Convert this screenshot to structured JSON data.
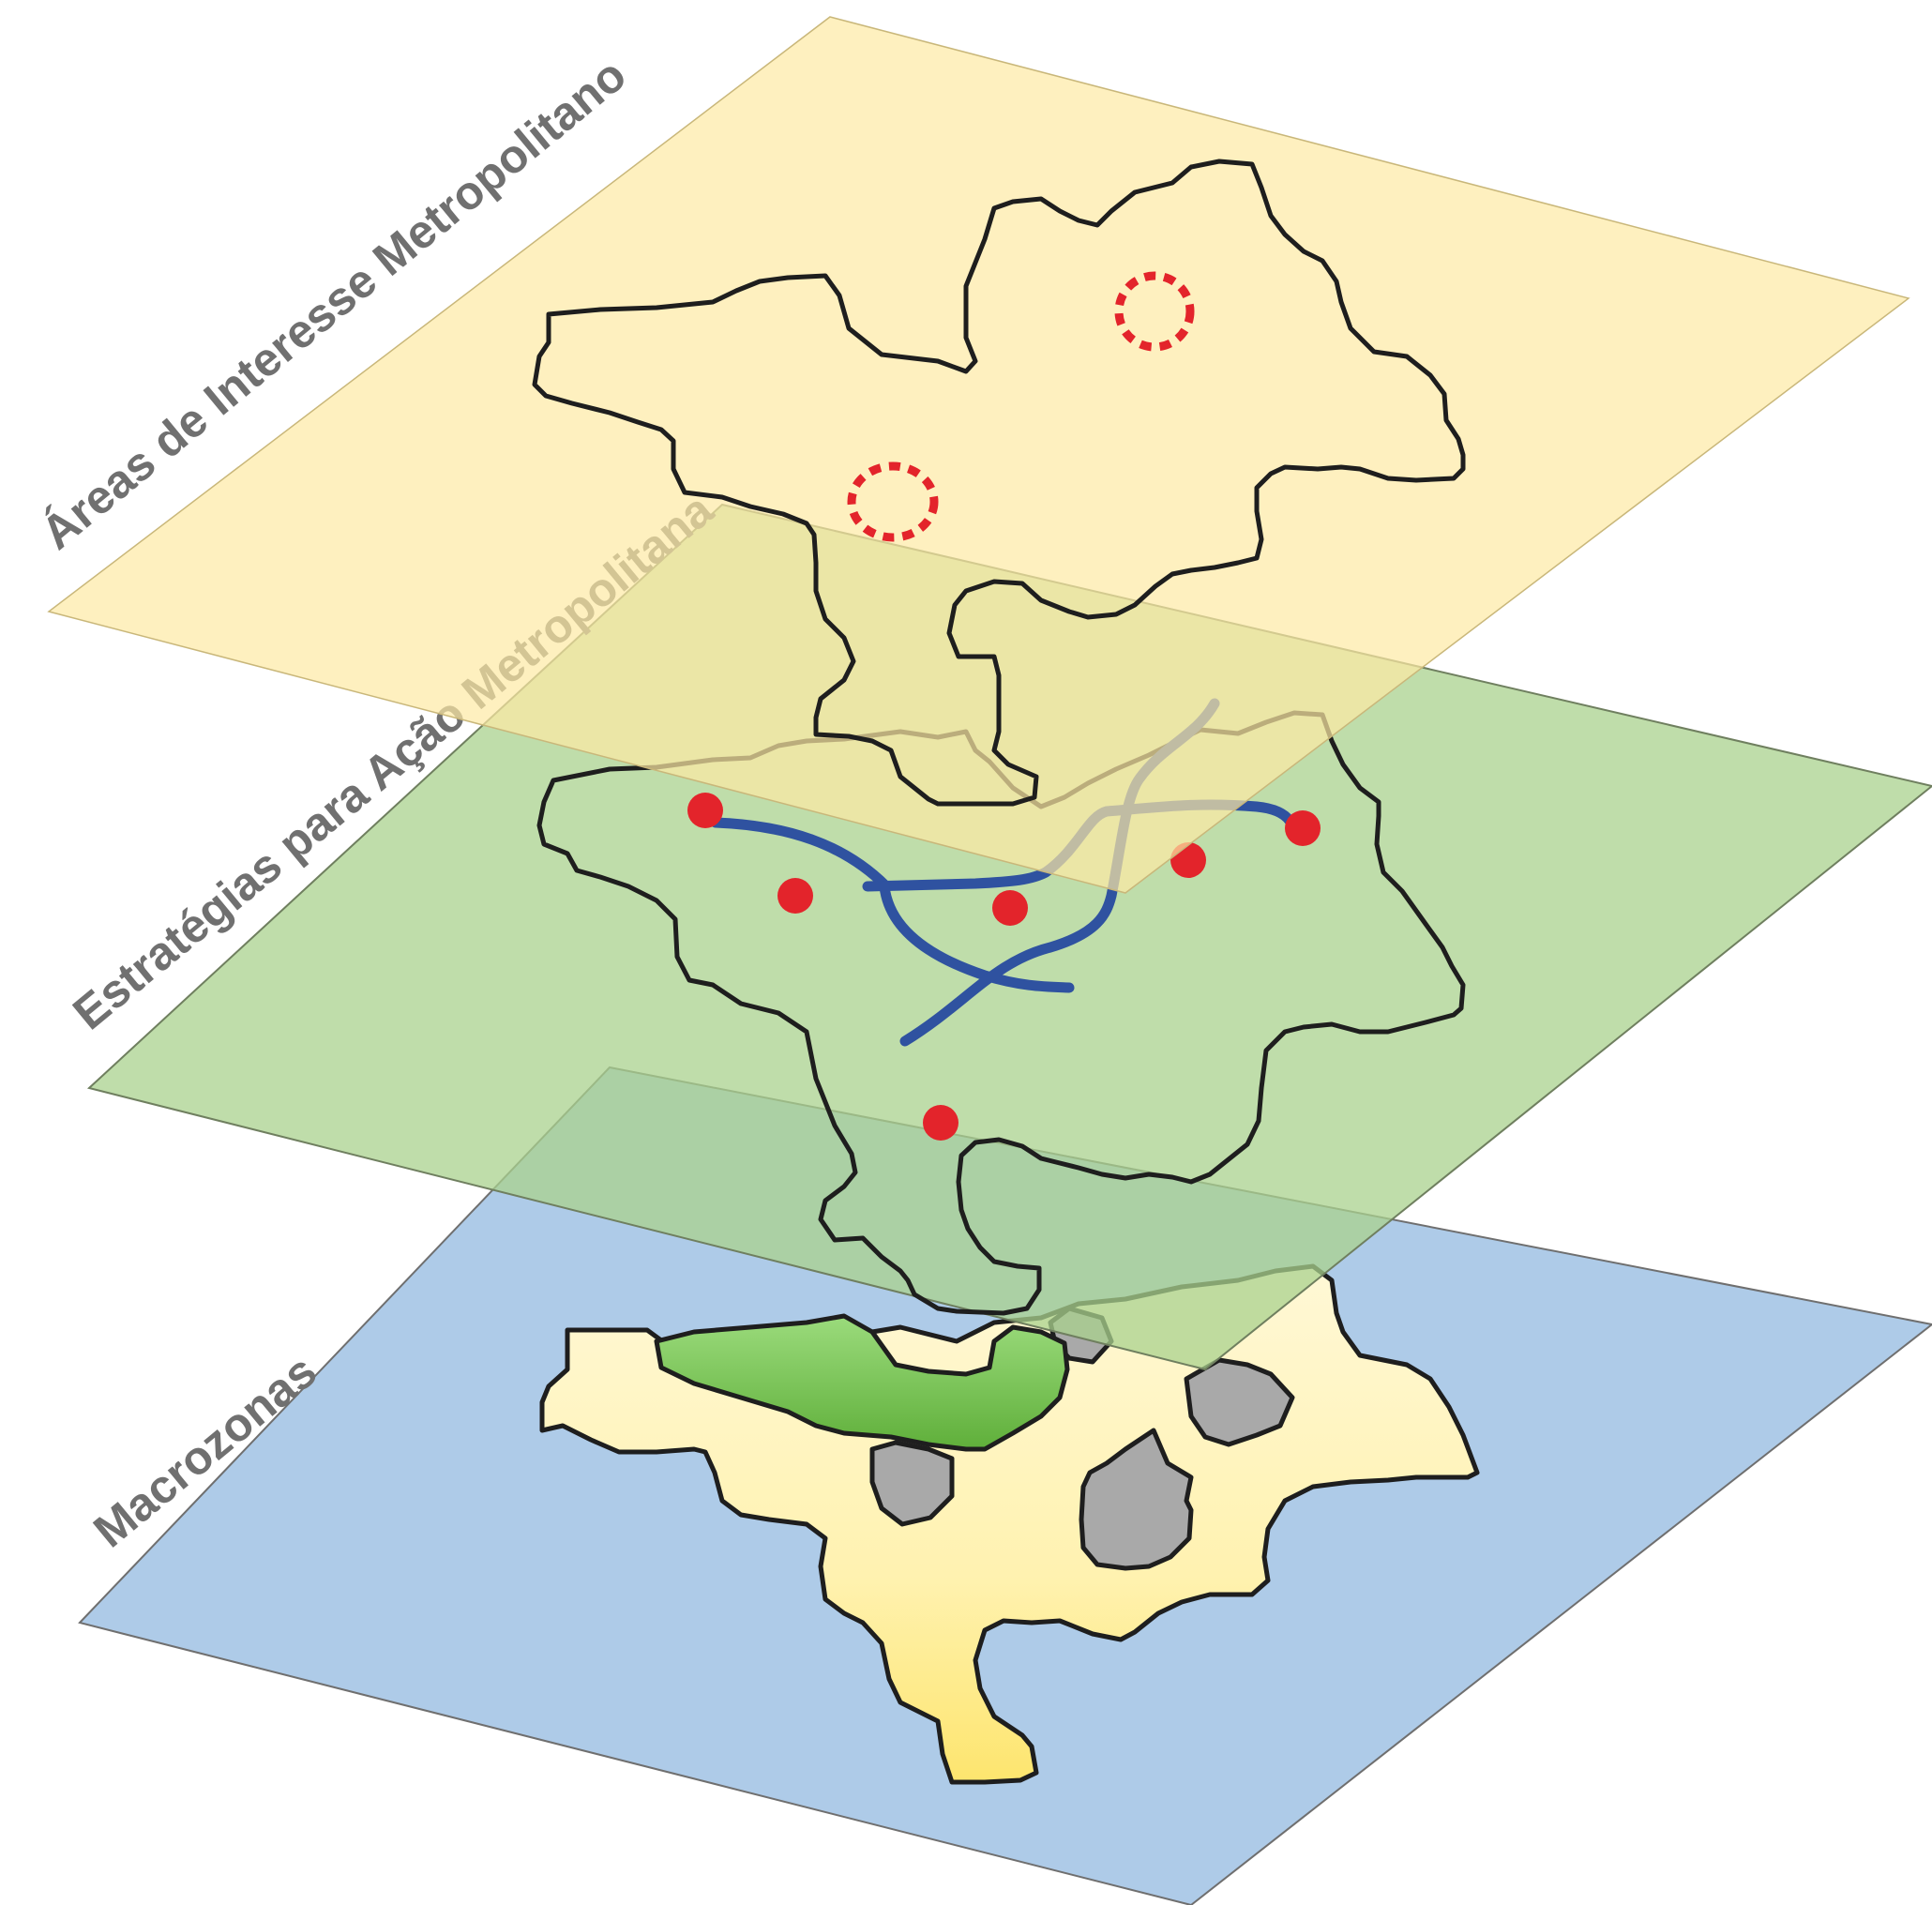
{
  "diagram": {
    "layers": [
      {
        "id": "macrozonas",
        "label": "Macrozonas",
        "plane_color": "#aecbe8",
        "zone_colors": {
          "urban": "#fff3b5",
          "green": "#77c55a",
          "gray": "#a9a9a9"
        }
      },
      {
        "id": "estrategias",
        "label": "Estratégias para Ação Metropolitana",
        "plane_color": "#a9d18e",
        "route_color": "#2f52a0",
        "point_color": "#e3242b"
      },
      {
        "id": "areas",
        "label": "Áreas de Interesse Metropolitano",
        "plane_color": "#fde9a4",
        "area_marker_color": "#e3242b"
      }
    ],
    "label_color": "#707070"
  }
}
